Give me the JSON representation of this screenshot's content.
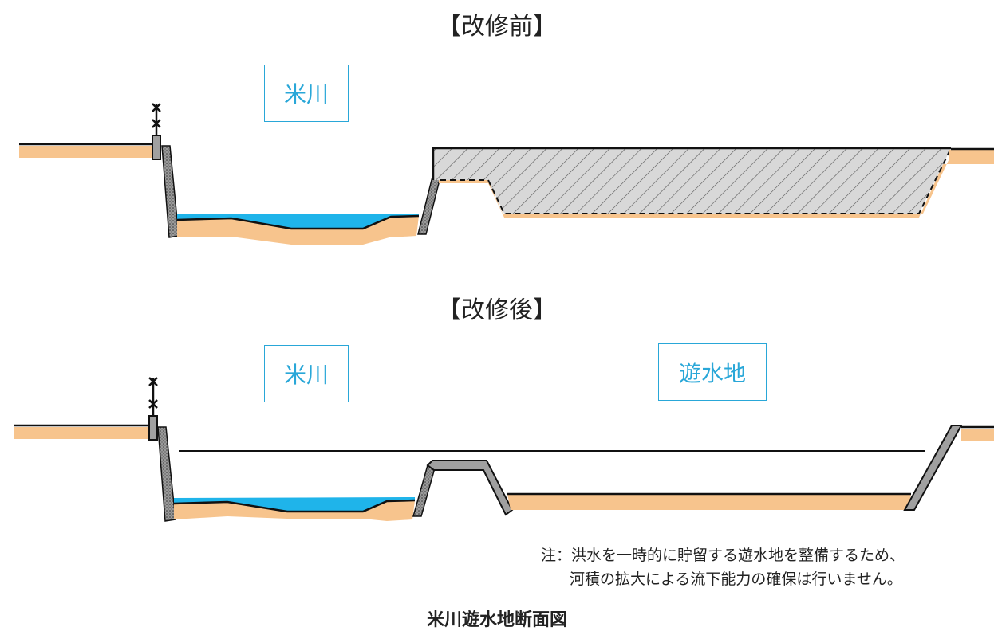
{
  "before": {
    "title": "【改修前】",
    "river_label": "米川"
  },
  "after": {
    "title": "【改修後】",
    "river_label": "米川",
    "basin_label": "遊水地"
  },
  "note": {
    "line1": "注：洪水を一時的に貯留する遊水地を整備するため、",
    "line2": "河積の拡大による流下能力の確保は行いません。"
  },
  "caption": "米川遊水地断面図",
  "colors": {
    "soil": "#f7c48d",
    "water": "#1fb4ea",
    "concrete": "#a0a0a0",
    "label_blue": "#29a7d8"
  }
}
